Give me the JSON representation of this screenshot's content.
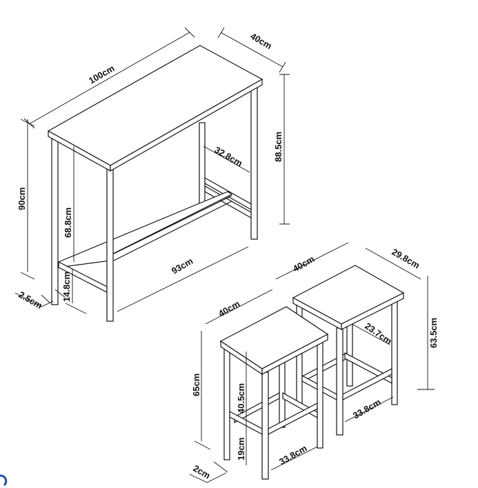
{
  "table": {
    "length": "100cm",
    "depth": "40cm",
    "height_back": "88.5cm",
    "inner_depth": "32.8cm",
    "height": "90cm",
    "leg_inner_height": "68.8cm",
    "inner_length": "93cm",
    "stretcher_height": "14.8cm",
    "leg_width": "2.5cm"
  },
  "stool_back": {
    "width": "40cm",
    "depth": "29.8cm",
    "height": "63.5cm",
    "inner_depth": "23.7cm",
    "inner_width": "33.8cm"
  },
  "stool_front": {
    "width": "40cm",
    "height": "65cm",
    "leg_inner_height": "40.5cm",
    "stretcher_height": "19cm",
    "inner_width": "33.8cm",
    "leg_width": "2cm"
  },
  "colors": {
    "line": "#111111",
    "corner_mark": "#1f4fa8"
  }
}
